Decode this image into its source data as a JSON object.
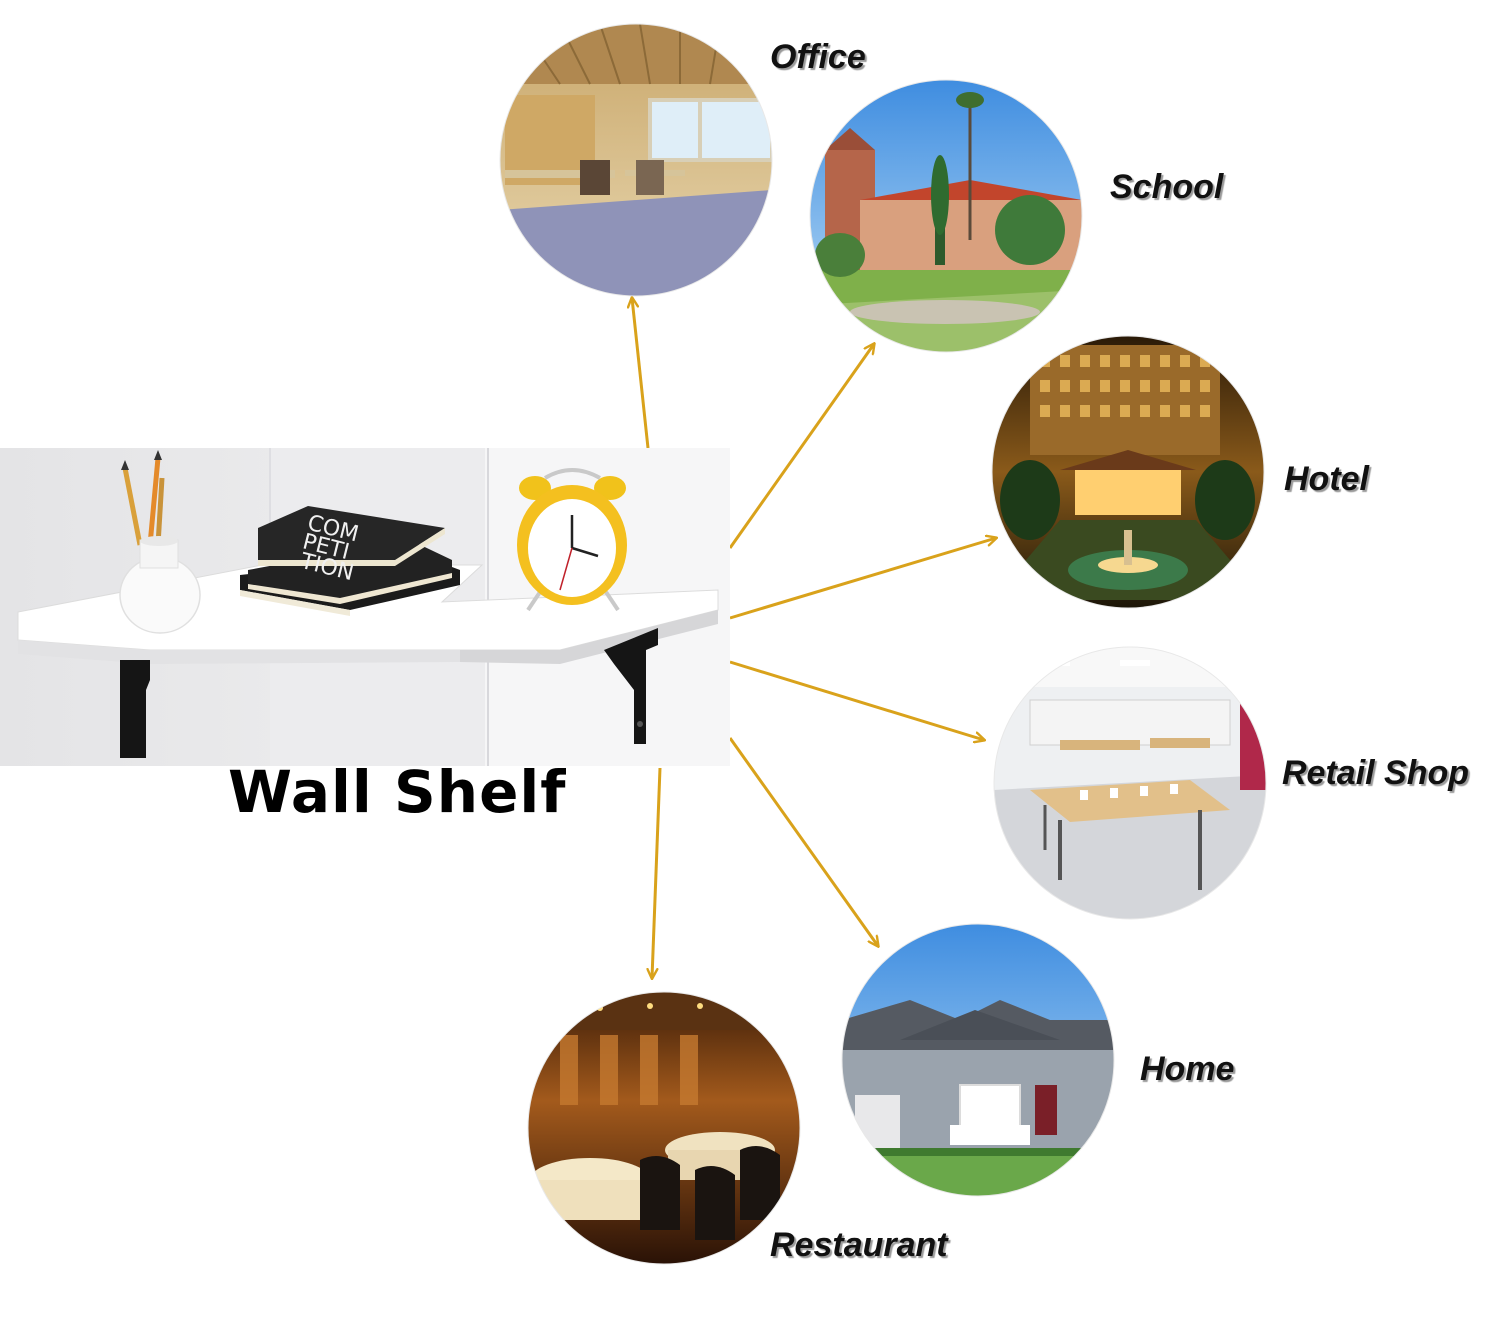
{
  "central": {
    "label": "Wall Shelf",
    "book_text_1": "COM",
    "book_text_2": "PETI",
    "book_text_3": "TION"
  },
  "places": [
    {
      "id": "office",
      "label": "Office"
    },
    {
      "id": "school",
      "label": "School"
    },
    {
      "id": "hotel",
      "label": "Hotel"
    },
    {
      "id": "retail",
      "label": "Retail Shop"
    },
    {
      "id": "home",
      "label": "Home"
    },
    {
      "id": "restaurant",
      "label": "Restaurant"
    }
  ],
  "colors": {
    "arrow": "#D9A21B",
    "label_text": "#111111",
    "shadow": "#9a9a9a"
  }
}
